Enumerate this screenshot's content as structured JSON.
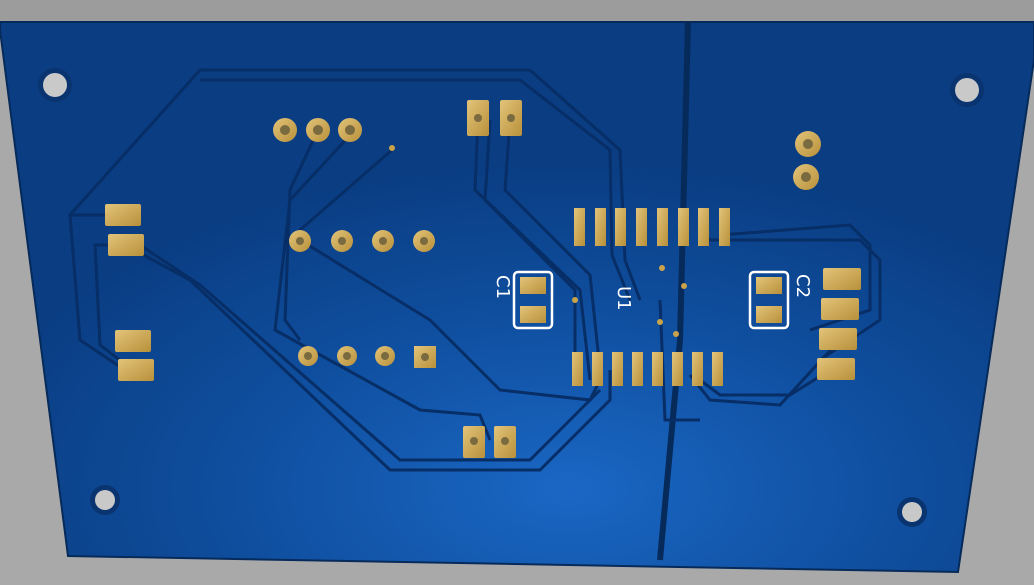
{
  "scene": {
    "description_label": "",
    "board_color": "#0b3f86",
    "trace_color": "#072e66",
    "pad_color": "#c9a24a",
    "silkscreen_color": "#ffffff"
  },
  "silkscreen": {
    "c1": "C1",
    "c2": "C2",
    "u1": "U1"
  }
}
